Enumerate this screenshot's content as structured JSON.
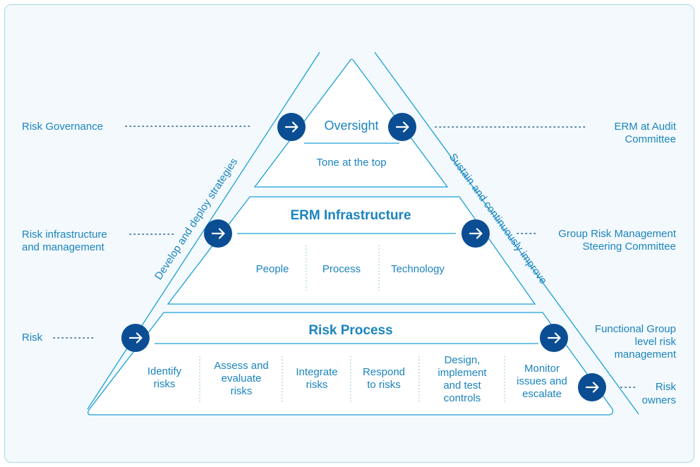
{
  "left_labels": {
    "governance": "Risk Governance",
    "infrastructure_line1": "Risk infrastructure",
    "infrastructure_line2": "and management",
    "risk": "Risk"
  },
  "right_labels": {
    "audit_line1": "ERM at Audit",
    "audit_line2": "Committee",
    "group_line1": "Group Risk Management",
    "group_line2": "Steering Committee",
    "functional_line1": "Functional Group",
    "functional_line2": "level risk",
    "functional_line3": "management",
    "owners_line1": "Risk",
    "owners_line2": "owners"
  },
  "side_labels": {
    "left": "Develop and deploy strategies",
    "right": "Sustain and continuously improve"
  },
  "tiers": {
    "oversight": {
      "title": "Oversight",
      "subtitle": "Tone at the top"
    },
    "erm": {
      "title": "ERM Infrastructure",
      "items": [
        "People",
        "Process",
        "Technology"
      ]
    },
    "risk_process": {
      "title": "Risk Process",
      "steps": [
        {
          "lines": [
            "Identify",
            "risks"
          ]
        },
        {
          "lines": [
            "Assess and",
            "evaluate",
            "risks"
          ]
        },
        {
          "lines": [
            "Integrate",
            "risks"
          ]
        },
        {
          "lines": [
            "Respond",
            "to risks"
          ]
        },
        {
          "lines": [
            "Design,",
            "implement",
            "and test",
            "controls"
          ]
        },
        {
          "lines": [
            "Monitor",
            "issues and",
            "escalate"
          ]
        }
      ]
    }
  },
  "colors": {
    "text": "#1b84bf",
    "line": "#1b9fd6",
    "button": "#0b4d93",
    "frame": "#a8d8e8"
  },
  "icons": {
    "arrow_button": "arrow-right-circle-icon"
  }
}
